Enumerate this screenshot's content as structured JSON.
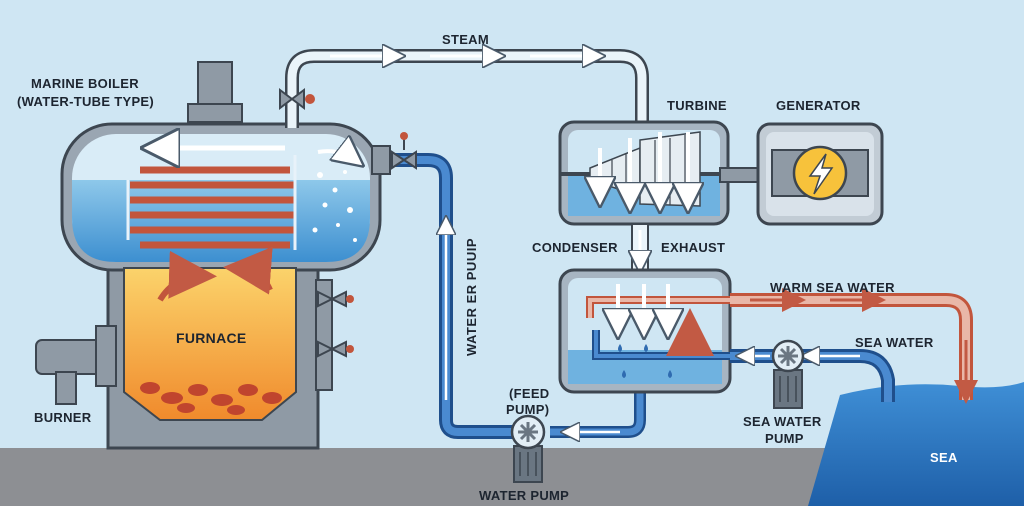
{
  "labels": {
    "steam": "STEAM",
    "boiler_line1": "MARINE BOILER",
    "boiler_line2": "(WATER-TUBE TYPE)",
    "turbine": "TURBINE",
    "generator": "GENERATOR",
    "condenser": "CONDENSER",
    "exhaust": "EXHAUST",
    "warm_sea_water": "WARM SEA WATER",
    "sea_water": "SEA WATER",
    "furnace": "FURNACE",
    "burner": "BURNER",
    "water_er_puuip": "WATER ER PUUIP",
    "feed_pump_line1": "(FEED",
    "feed_pump_line2": "PUMP)",
    "sea_water_pump_line1": "SEA WATER",
    "sea_water_pump_line2": "PUMP",
    "water_pump": "WATER PUMP",
    "sea": "SEA"
  },
  "colors": {
    "background": "#cfe6f3",
    "steam_pipe": "#eaf4fa",
    "feed_pipe": "#2f6bb0",
    "warm_water": "#e9b7a8",
    "sea": "#2e78c4",
    "furnace": "#f6a73a",
    "metal": "#7f8b98"
  }
}
